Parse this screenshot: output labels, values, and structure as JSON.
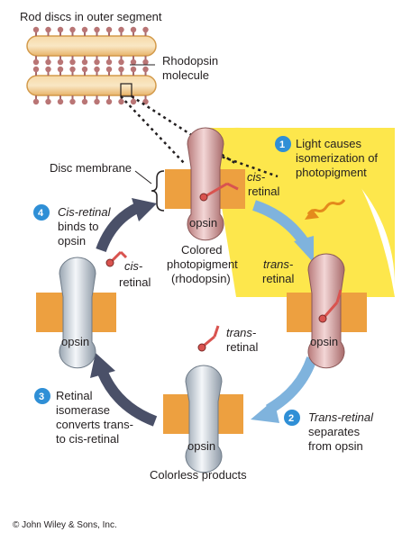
{
  "top_labels": {
    "rod_discs": "Rod discs in outer segment",
    "rhodopsin_line1": "Rhodopsin",
    "rhodopsin_line2": "molecule"
  },
  "disc_membrane": "Disc membrane",
  "center": {
    "line1": "Colored",
    "line2": "photopigment",
    "line3": "(rhodopsin)"
  },
  "steps": [
    {
      "num": "1",
      "lines": [
        "Light causes",
        "isomerization of",
        "photopigment"
      ]
    },
    {
      "num": "2",
      "lines": [
        "Trans-retinal",
        "separates",
        "from opsin"
      ]
    },
    {
      "num": "3",
      "lines": [
        "Retinal",
        "isomerase",
        "converts trans-",
        "to cis-retinal"
      ]
    },
    {
      "num": "4",
      "lines": [
        "Cis-retinal",
        "binds to",
        "opsin"
      ]
    }
  ],
  "molecule_labels": {
    "cis_top_1": "cis-",
    "cis_top_2": "retinal",
    "trans_right_1": "trans-",
    "trans_right_2": "retinal",
    "cis_left_1": "cis-",
    "cis_left_2": "retinal",
    "trans_free_1": "trans-",
    "trans_free_2": "retinal",
    "opsin": "opsin"
  },
  "colorless_products": "Colorless products",
  "copyright": "© John Wiley & Sons, Inc.",
  "colors": {
    "light_wedge": "#fde74c",
    "membrane": "#eda040",
    "rhodopsin_fill": "#d9a3a3",
    "opsin_fill": "#d7dfe6",
    "arrow_light_blue": "#7fb3dd",
    "arrow_dark": "#4a5068",
    "step_circle": "#2f8fd6",
    "retinal": "#d9534f"
  }
}
